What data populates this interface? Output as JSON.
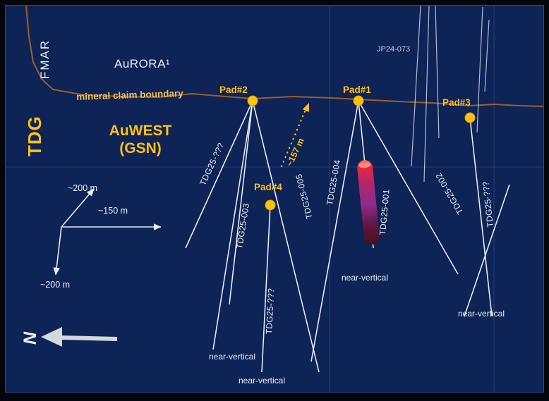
{
  "colors": {
    "background": "#0e2356",
    "frame": "#04060d",
    "grid": "#223f7c",
    "accent_yellow": "#ffc20e",
    "boundary_brown": "#9a5f2e",
    "white_text": "#edf1f7",
    "core_top_red": "#ea2740",
    "core_mid_purple": "#8d2d8b",
    "core_bottom_maroon": "#471022"
  },
  "map": {
    "region_fmar": "FMAR",
    "region_aurora": "AuRORA¹",
    "company_tdg": "TDG",
    "region_auwest": "AuWEST",
    "region_auwest_sub": "(GSN)",
    "claim_boundary_label": "mineral claim boundary",
    "historic_hole": "JP24-073"
  },
  "pads": [
    {
      "label": "Pad#2"
    },
    {
      "label": "Pad#1"
    },
    {
      "label": "Pad#3"
    },
    {
      "label": "Pad#4"
    }
  ],
  "holes": [
    {
      "label": "TDG25-???"
    },
    {
      "label": "TDG25-003"
    },
    {
      "label": "TDG25-005"
    },
    {
      "label": "TDG25-004"
    },
    {
      "label": "TDG25-001"
    },
    {
      "label": "TDG25-002"
    },
    {
      "label": "TDG25-???"
    },
    {
      "label": "TDG25-???"
    }
  ],
  "labels": {
    "near_vertical": "near-vertical",
    "distance_157": "~157 m",
    "scale_up": "~200 m",
    "scale_right": "~150 m",
    "scale_down": "~200 m",
    "north": "N"
  }
}
